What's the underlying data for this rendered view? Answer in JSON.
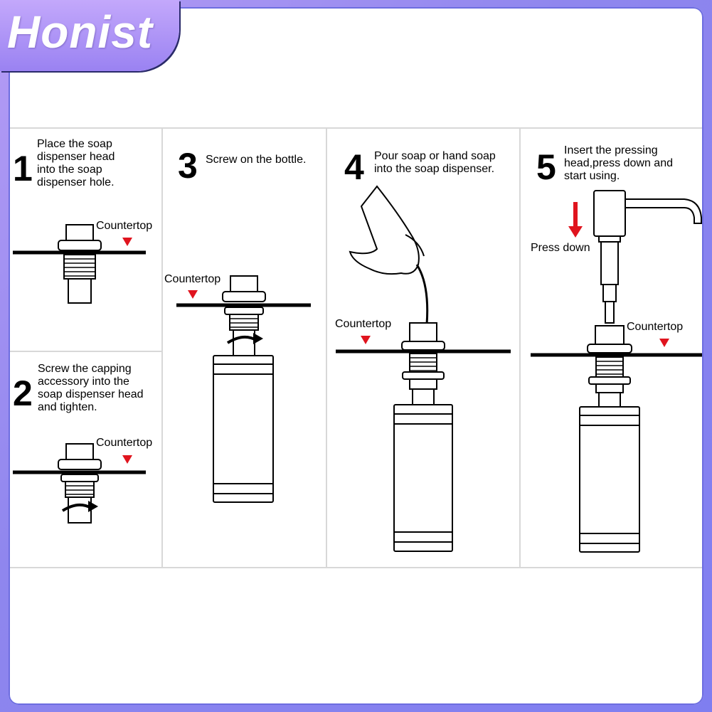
{
  "brand": {
    "logo_text": "Honist"
  },
  "steps": [
    {
      "number": "1",
      "lines": [
        "Place the soap",
        "dispenser head",
        "into the soap",
        "dispenser hole."
      ]
    },
    {
      "number": "2",
      "lines": [
        "Screw the capping",
        "accessory into the",
        "soap dispenser head",
        "and tighten."
      ]
    },
    {
      "number": "3",
      "lines": [
        "Screw on the bottle."
      ]
    },
    {
      "number": "4",
      "lines": [
        "Pour soap or hand soap",
        "into the soap dispenser."
      ]
    },
    {
      "number": "5",
      "lines": [
        "Insert the pressing",
        "head,press down and",
        "start using."
      ]
    }
  ],
  "labels": {
    "countertop": "Countertop",
    "press_down": "Press down"
  },
  "colors": {
    "marker_red": "#e0141e",
    "frame": "#8f86ee",
    "brand_tab": "#a98ef5"
  }
}
